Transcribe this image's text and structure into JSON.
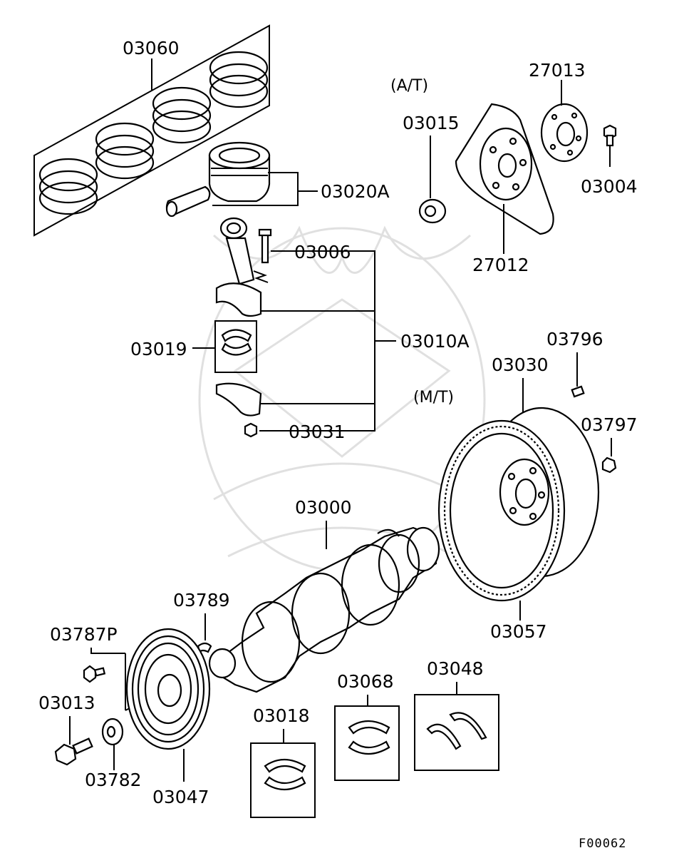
{
  "sections": {
    "automatic": "(A/T)",
    "manual": "(M/T)"
  },
  "parts": {
    "p03060": "03060",
    "p03020A": "03020A",
    "p03006": "03006",
    "p03010A": "03010A",
    "p03019": "03019",
    "p03031": "03031",
    "p03015": "03015",
    "p27013": "27013",
    "p03004": "03004",
    "p27012": "27012",
    "p03796": "03796",
    "p03030": "03030",
    "p03797": "03797",
    "p03000": "03000",
    "p03057": "03057",
    "p03789": "03789",
    "p03787P": "03787P",
    "p03013": "03013",
    "p03782": "03782",
    "p03047": "03047",
    "p03018": "03018",
    "p03068": "03068",
    "p03048": "03048"
  },
  "figure_code": "F00062"
}
